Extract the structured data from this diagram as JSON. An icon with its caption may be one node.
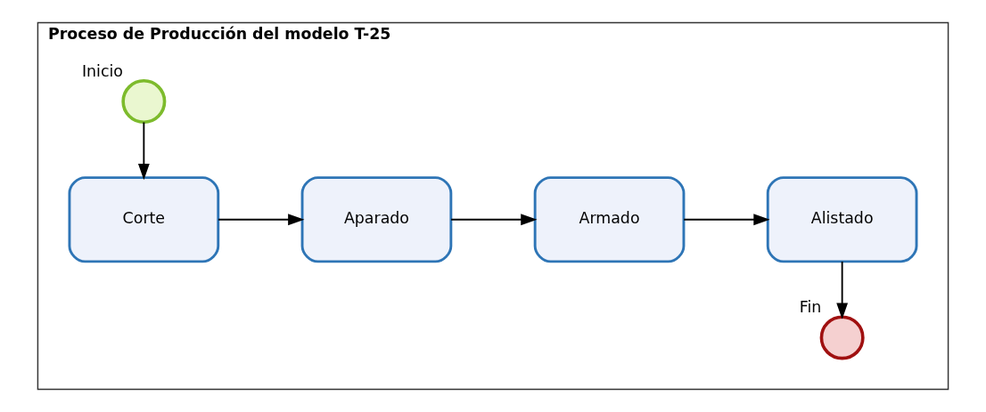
{
  "diagram": {
    "nodes": [
      {
        "text": [
          "Proceso de Producción del modelo T-25"
        ]
      },
      {
        "text": [],
        "shape": "circle",
        "beside": [
          "Inicio"
        ],
        "in": 0
      },
      {
        "text": [
          "Corte"
        ],
        "in": 0
      },
      {
        "text": [
          "Aparado"
        ],
        "in": 0
      },
      {
        "text": [
          "Armado"
        ],
        "in": 0
      },
      {
        "text": [
          "Alistado"
        ],
        "in": 0
      },
      {
        "text": [],
        "shape": "circle",
        "beside": [
          "Fin"
        ],
        "in": 0
      }
    ],
    "edges": [
      {
        "from": 1,
        "to": 2,
        "arrow": "to"
      },
      {
        "from": 2,
        "to": 3,
        "arrow": "to"
      },
      {
        "from": 3,
        "to": 4,
        "arrow": "to"
      },
      {
        "from": 4,
        "to": 5,
        "arrow": "to"
      },
      {
        "from": 5,
        "to": 6,
        "arrow": "to"
      }
    ]
  }
}
